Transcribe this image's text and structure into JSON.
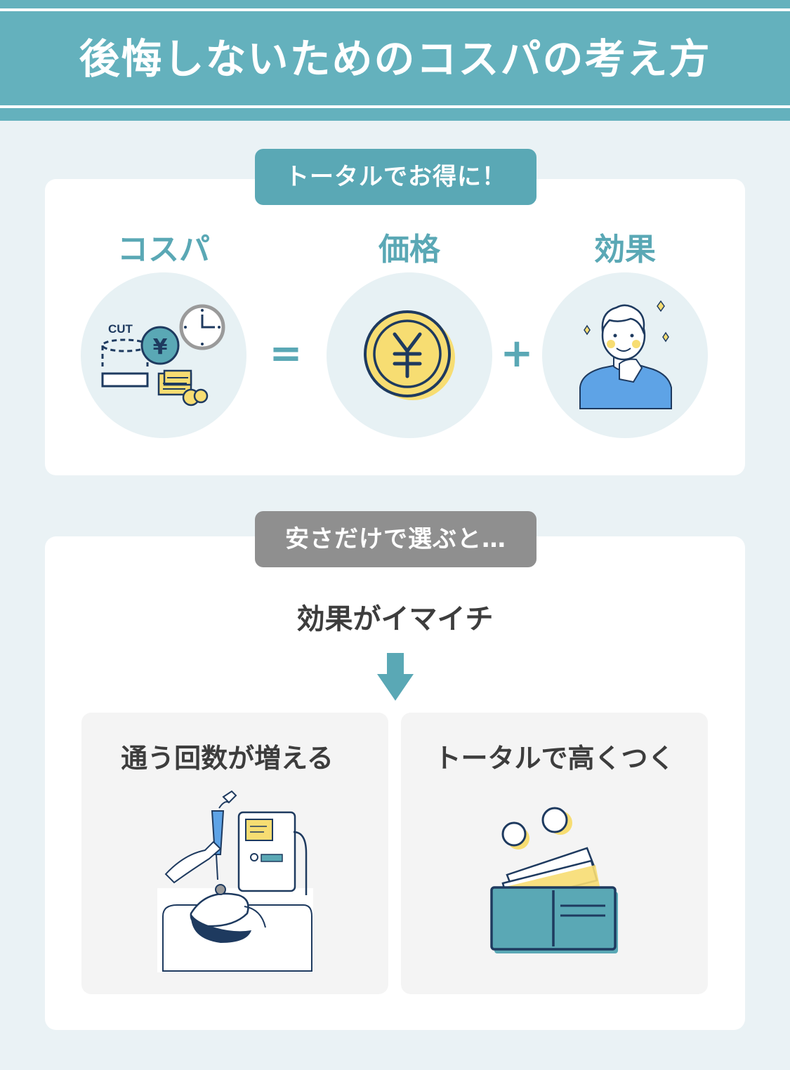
{
  "header": {
    "title": "後悔しないためのコスパの考え方"
  },
  "section1": {
    "badge": "トータルでお得に！",
    "label_cospa": "コスパ",
    "label_price": "価格",
    "label_effect": "効果",
    "op_equals": "=",
    "op_plus": "+",
    "cut_text": "CUT",
    "yen_symbol": "¥"
  },
  "section2": {
    "badge": "安さだけで選ぶと…",
    "result": "効果がイマイチ",
    "box_left_title": "通う回数が増える",
    "box_right_title": "トータルで高くつく"
  },
  "colors": {
    "teal": "#5aa8b5",
    "header_teal": "#64b1bd",
    "navy": "#1e3a5f",
    "yellow": "#f7dd72",
    "gray_badge": "#8f8f8f",
    "background": "#eaf2f5",
    "shirt_blue": "#5ea3e6"
  },
  "icons": {
    "cospa": "cut-cost-yen-clock-icon",
    "price": "yen-coin-icon",
    "effect": "smiling-man-sparkles-icon",
    "arrow": "arrow-down-icon",
    "treatment": "facial-treatment-machine-icon",
    "wallet": "wallet-bills-coins-icon"
  }
}
